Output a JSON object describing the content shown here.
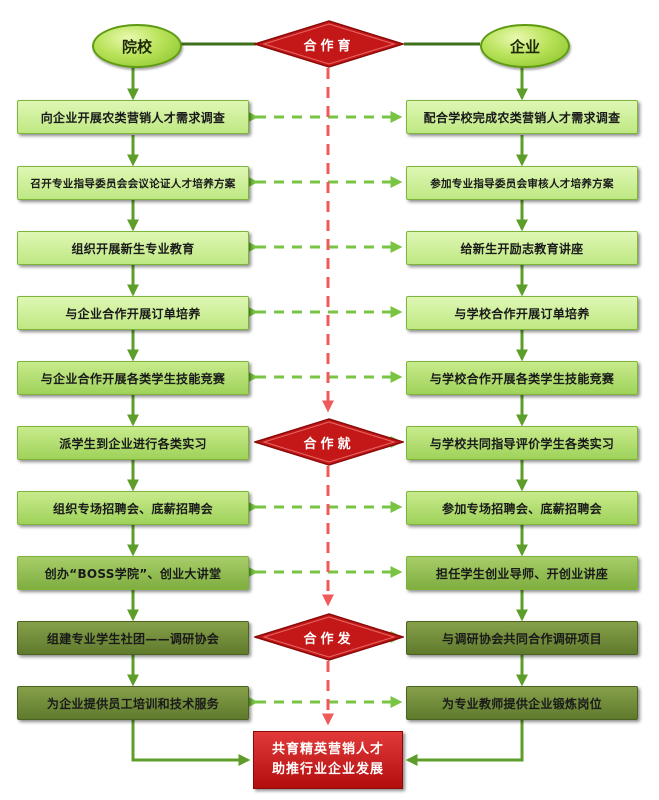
{
  "school": {
    "label": "院校"
  },
  "enterprise": {
    "label": "企业"
  },
  "stages": {
    "cultivate": "合作育",
    "employ": "合作就",
    "develop": "合作发"
  },
  "left_steps": [
    "向企业开展农类营销人才需求调查",
    "召开专业指导委员会会议论证人才培养方案",
    "组织开展新生专业教育",
    "与企业合作开展订单培养",
    "与企业合作开展各类学生技能竞赛",
    "派学生到企业进行各类实习",
    "组织专场招聘会、底薪招聘会",
    "创办“BOSS学院”、创业大讲堂",
    "组建专业学生社团——调研协会",
    "为企业提供员工培训和技术服务"
  ],
  "right_steps": [
    "配合学校完成农类营销人才需求调查",
    "参加专业指导委员会审核人才培养方案",
    "给新生开励志教育讲座",
    "与学校合作开展订单培养",
    "与学校合作开展各类学生技能竞赛",
    "与学校共同指导评价学生各类实习",
    "参加专场招聘会、底薪招聘会",
    "担任学生创业导师、开创业讲座",
    "与调研协会共同合作调研项目",
    "为专业教师提供企业锻炼岗位"
  ],
  "outcome": {
    "line1": "共育精英营销人才",
    "line2": "助推行业企业发展"
  },
  "colors": {
    "flow_green": "#5d9e2a",
    "dash_green": "#79c443",
    "dash_red": "#f05a5a",
    "stage_red": "#c41818"
  }
}
